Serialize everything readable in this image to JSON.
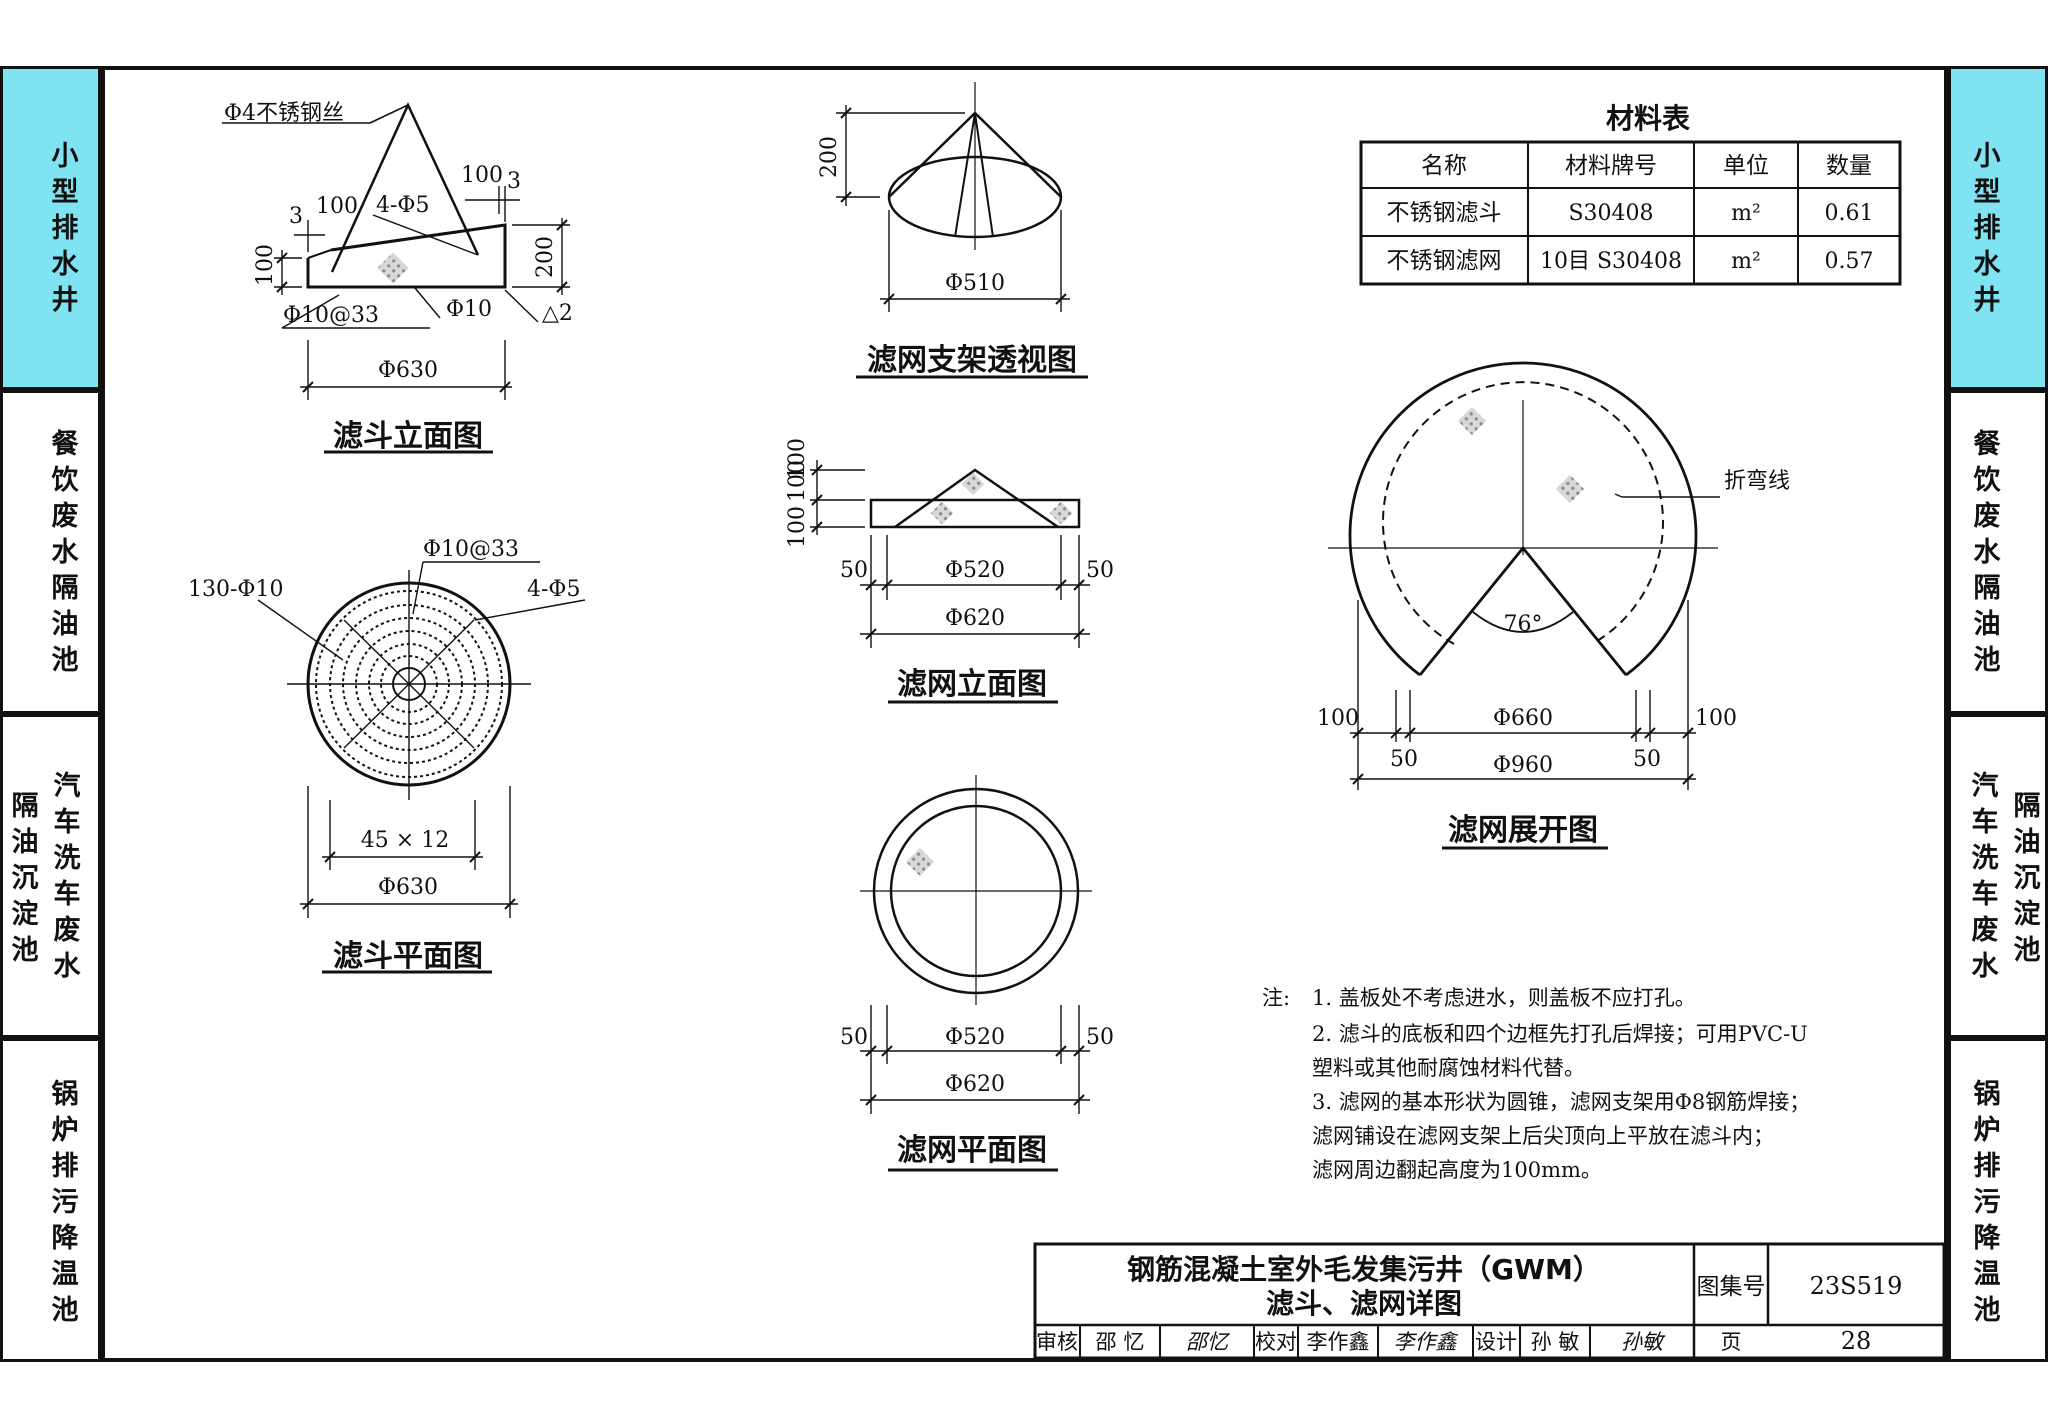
{
  "side_tabs": [
    {
      "text": "小型排水井",
      "active": true
    },
    {
      "text": "餐饮废水隔油池",
      "active": false
    },
    {
      "text": "汽车洗车废水",
      "text2": "隔油沉淀池",
      "active": false
    },
    {
      "text": "锅炉排污降温池",
      "active": false
    }
  ],
  "views": {
    "elev": {
      "title": "滤斗立面图",
      "wire": "Φ4不锈钢丝",
      "d100a": "100",
      "d3a": "3",
      "d100b": "100",
      "d3b": "3",
      "rods": "4-Φ5",
      "h100": "100",
      "h200": "200",
      "mesh": "Φ10@33",
      "rim": "Φ10",
      "t2": "2",
      "dia": "Φ630"
    },
    "plan": {
      "title": "滤斗平面图",
      "bars": "130-Φ10",
      "mesh": "Φ10@33",
      "rods": "4-Φ5",
      "spacing": "45 × 12",
      "dia": "Φ630"
    },
    "persp": {
      "title": "滤网支架透视图",
      "h": "200",
      "dia": "Φ510"
    },
    "screen_elev": {
      "title": "滤网立面图",
      "h100a": "100",
      "h100b": "100",
      "h100c": "100",
      "l50": "50",
      "r50": "50",
      "dia_in": "Φ520",
      "dia_out": "Φ620"
    },
    "screen_plan": {
      "title": "滤网平面图",
      "l50": "50",
      "r50": "50",
      "dia_in": "Φ520",
      "dia_out": "Φ620"
    },
    "unfold": {
      "title": "滤网展开图",
      "fold": "折弯线",
      "angle": "76°",
      "l100": "100",
      "r100": "100",
      "l50": "50",
      "r50": "50",
      "dia_in": "Φ660",
      "dia_out": "Φ960"
    }
  },
  "materials": {
    "title": "材料表",
    "headers": [
      "名称",
      "材料牌号",
      "单位",
      "数量"
    ],
    "rows": [
      [
        "不锈钢滤斗",
        "S30408",
        "m²",
        "0.61"
      ],
      [
        "不锈钢滤网",
        "10目  S30408",
        "m²",
        "0.57"
      ]
    ]
  },
  "notes": {
    "label": "注:",
    "lines": [
      "1.  盖板处不考虑进水，则盖板不应打孔。",
      "2.  滤斗的底板和四个边框先打孔后焊接；可用PVC-U",
      "     塑料或其他耐腐蚀材料代替。",
      "3.  滤网的基本形状为圆锥，滤网支架用Φ8钢筋焊接；",
      "     滤网铺设在滤网支架上后尖顶向上平放在滤斗内；",
      "     滤网周边翻起高度为100mm。"
    ]
  },
  "title_block": {
    "title1": "钢筋混凝土室外毛发集污井（GWM）",
    "title2": "滤斗、滤网详图",
    "atlas_label": "图集号",
    "atlas_no": "23S519",
    "review_label": "审核",
    "reviewer": "邵  忆",
    "reviewer_sig": "邵忆",
    "check_label": "校对",
    "checker": "李作鑫",
    "checker_sig": "李作鑫",
    "design_label": "设计",
    "designer": "孙  敏",
    "designer_sig": "孙敏",
    "page_label": "页",
    "page_no": "28"
  }
}
